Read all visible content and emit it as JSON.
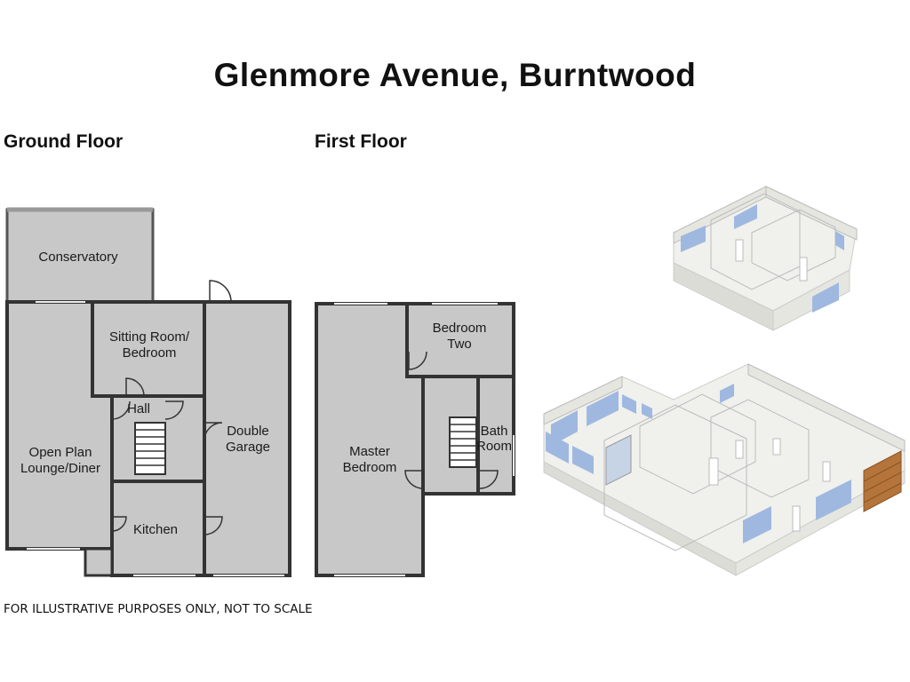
{
  "title": "Glenmore Avenue, Burntwood",
  "floors": {
    "ground": {
      "heading": "Ground Floor",
      "rooms": {
        "conservatory": "Conservatory",
        "sitting_room": [
          "Sitting Room/",
          "Bedroom"
        ],
        "hall": "Hall",
        "lounge": [
          "Open Plan",
          "Lounge/Diner"
        ],
        "garage": [
          "Double",
          "Garage"
        ],
        "kitchen": "Kitchen"
      }
    },
    "first": {
      "heading": "First Floor",
      "rooms": {
        "bedroom_two": [
          "Bedroom",
          "Two"
        ],
        "master": [
          "Master",
          "Bedroom"
        ],
        "bath": [
          "Bath",
          "Room"
        ]
      }
    }
  },
  "disclaimer": "FOR ILLUSTRATIVE PURPOSES ONLY, NOT TO SCALE",
  "colors": {
    "wall": "#333333",
    "floor": "#c8c8c8",
    "glass": "#e8ecf0",
    "iso_wall": "#e6e6e0",
    "iso_floor": "#f0f0ec",
    "window": "#9fb8e0",
    "garage_door": "#b5743a"
  }
}
